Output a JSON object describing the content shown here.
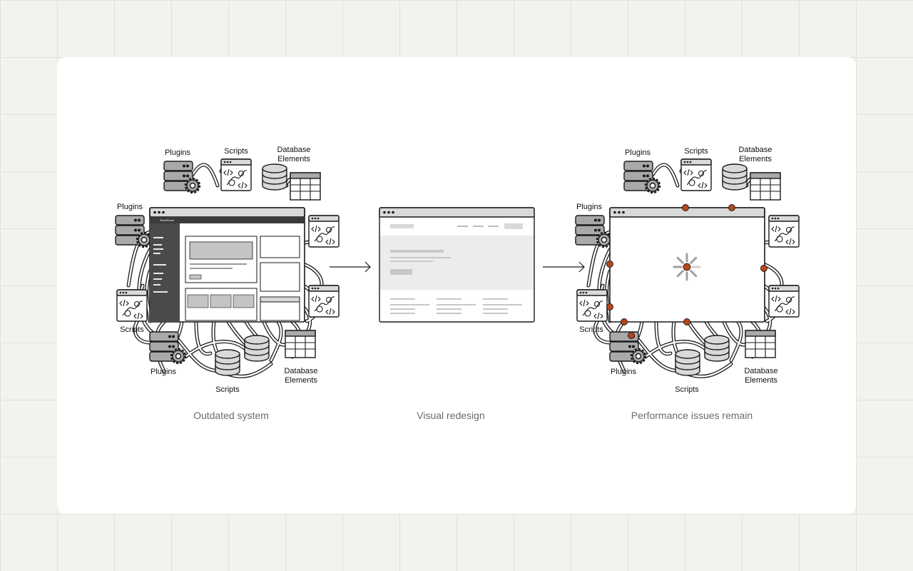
{
  "panels": {
    "outdated": {
      "caption": "Outdated system",
      "labels": {
        "plugins_top": "Plugins",
        "scripts_top": "Scripts",
        "database_top": [
          "Database",
          "Elements"
        ],
        "plugins_left": "Plugins",
        "scripts_left": "Scripts",
        "plugins_bottom": "Plugins",
        "scripts_bottom": "Scripts",
        "database_bottom": [
          "Database",
          "Elements"
        ]
      },
      "browser_brand": "WordPress"
    },
    "redesign": {
      "caption": "Visual redesign"
    },
    "performance": {
      "caption": "Performance issues remain",
      "labels": {
        "plugins_top": "Plugins",
        "scripts_top": "Scripts",
        "database_top": [
          "Database",
          "Elements"
        ],
        "plugins_left": "Plugins",
        "scripts_left": "Scripts",
        "plugins_bottom": "Plugins",
        "scripts_bottom": "Scripts",
        "database_bottom": [
          "Database",
          "Elements"
        ]
      }
    }
  },
  "colors": {
    "ink": "#1a1a1a",
    "grey_fill": "#a9a9a9",
    "light_fill": "#d9d9d9",
    "accent": "#b8461c"
  },
  "icons": [
    "server-stack-gear-icon",
    "code-script-window-icon",
    "database-cylinder-icon",
    "table-grid-icon",
    "loading-spinner-icon",
    "arrow-right-icon"
  ]
}
